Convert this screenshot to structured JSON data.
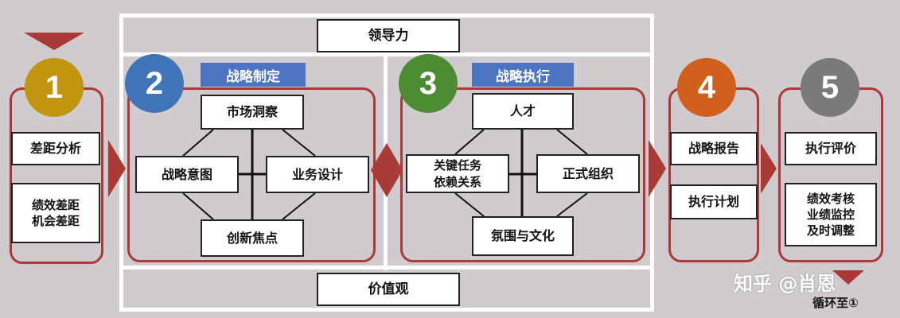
{
  "leadership": "领导力",
  "values": "价值观",
  "stages": [
    {
      "number": "1",
      "color": "#c1950f",
      "boxes": [
        "差距分析",
        "绩效差距\n机会差距"
      ]
    },
    {
      "number": "2",
      "color": "#3f74b8",
      "tag": "战略制定",
      "boxes": [
        "市场洞察",
        "战略意图",
        "业务设计",
        "创新焦点"
      ]
    },
    {
      "number": "3",
      "color": "#4e8c33",
      "tag": "战略执行",
      "boxes": [
        "人才",
        "关键任务\n依赖关系",
        "正式组织",
        "氛围与文化"
      ]
    },
    {
      "number": "4",
      "color": "#d0601c",
      "boxes": [
        "战略报告",
        "执行计划"
      ]
    },
    {
      "number": "5",
      "color": "#7a7a7a",
      "boxes": [
        "执行评价",
        "绩效考核\n业绩监控\n及时调整"
      ]
    }
  ],
  "loop_label": "循环至①",
  "watermark": "知乎 @肖恩",
  "colors": {
    "accent_red": "#a93a35",
    "tag_blue": "#4d74c2",
    "background": "#cfcbcf"
  }
}
